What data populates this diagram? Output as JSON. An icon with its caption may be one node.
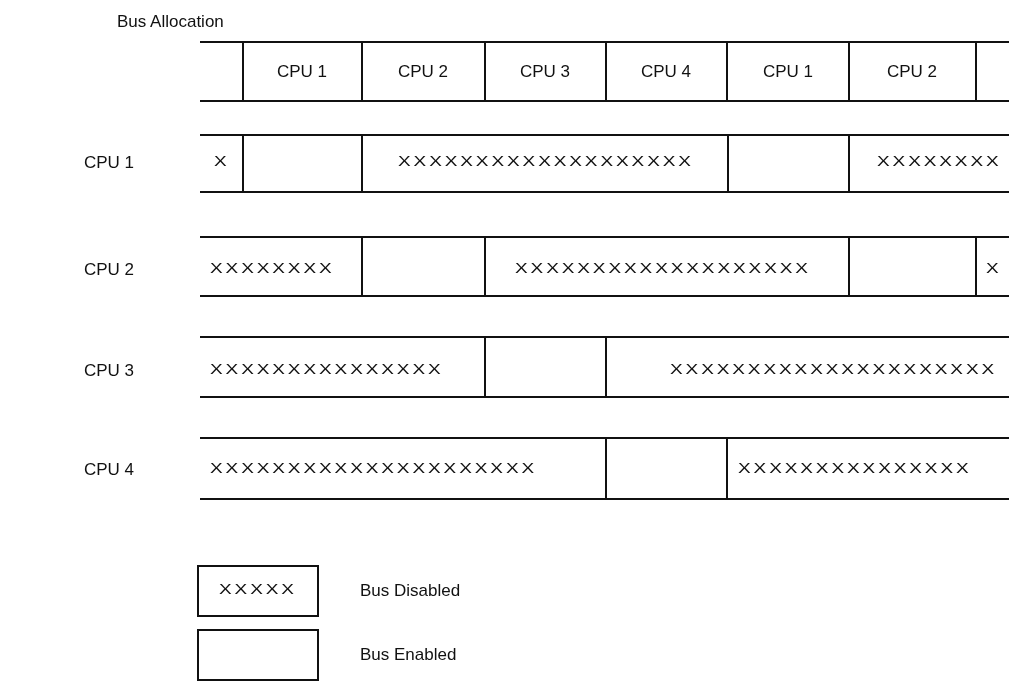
{
  "diagram": {
    "labels": [
      "Bus Allocation",
      "CPU 1",
      "CPU 2",
      "CPU 3",
      "CPU 4",
      "CPU 1",
      "CPU 2",
      "CPU 1",
      "X",
      "XXXXXXXXXXXXXXXXXXX",
      "XXXXXXXX",
      "CPU 2",
      "XXXXXXXX",
      "XXXXXXXXXXXXXXXXXXX",
      "X",
      "CPU 3",
      "XXXXXXXXXXXXXXX",
      "XXXXXXXXXXXXXXXXXXXXX",
      "CPU 4",
      "XXXXXXXXXXXXXXXXXXXXX",
      "XXXXXXXXXXXXXXX",
      "XXXXX"
    ],
    "legend": [
      {
        "text": "Bus Disabled"
      },
      {
        "text": "Bus Enabled"
      }
    ]
  }
}
